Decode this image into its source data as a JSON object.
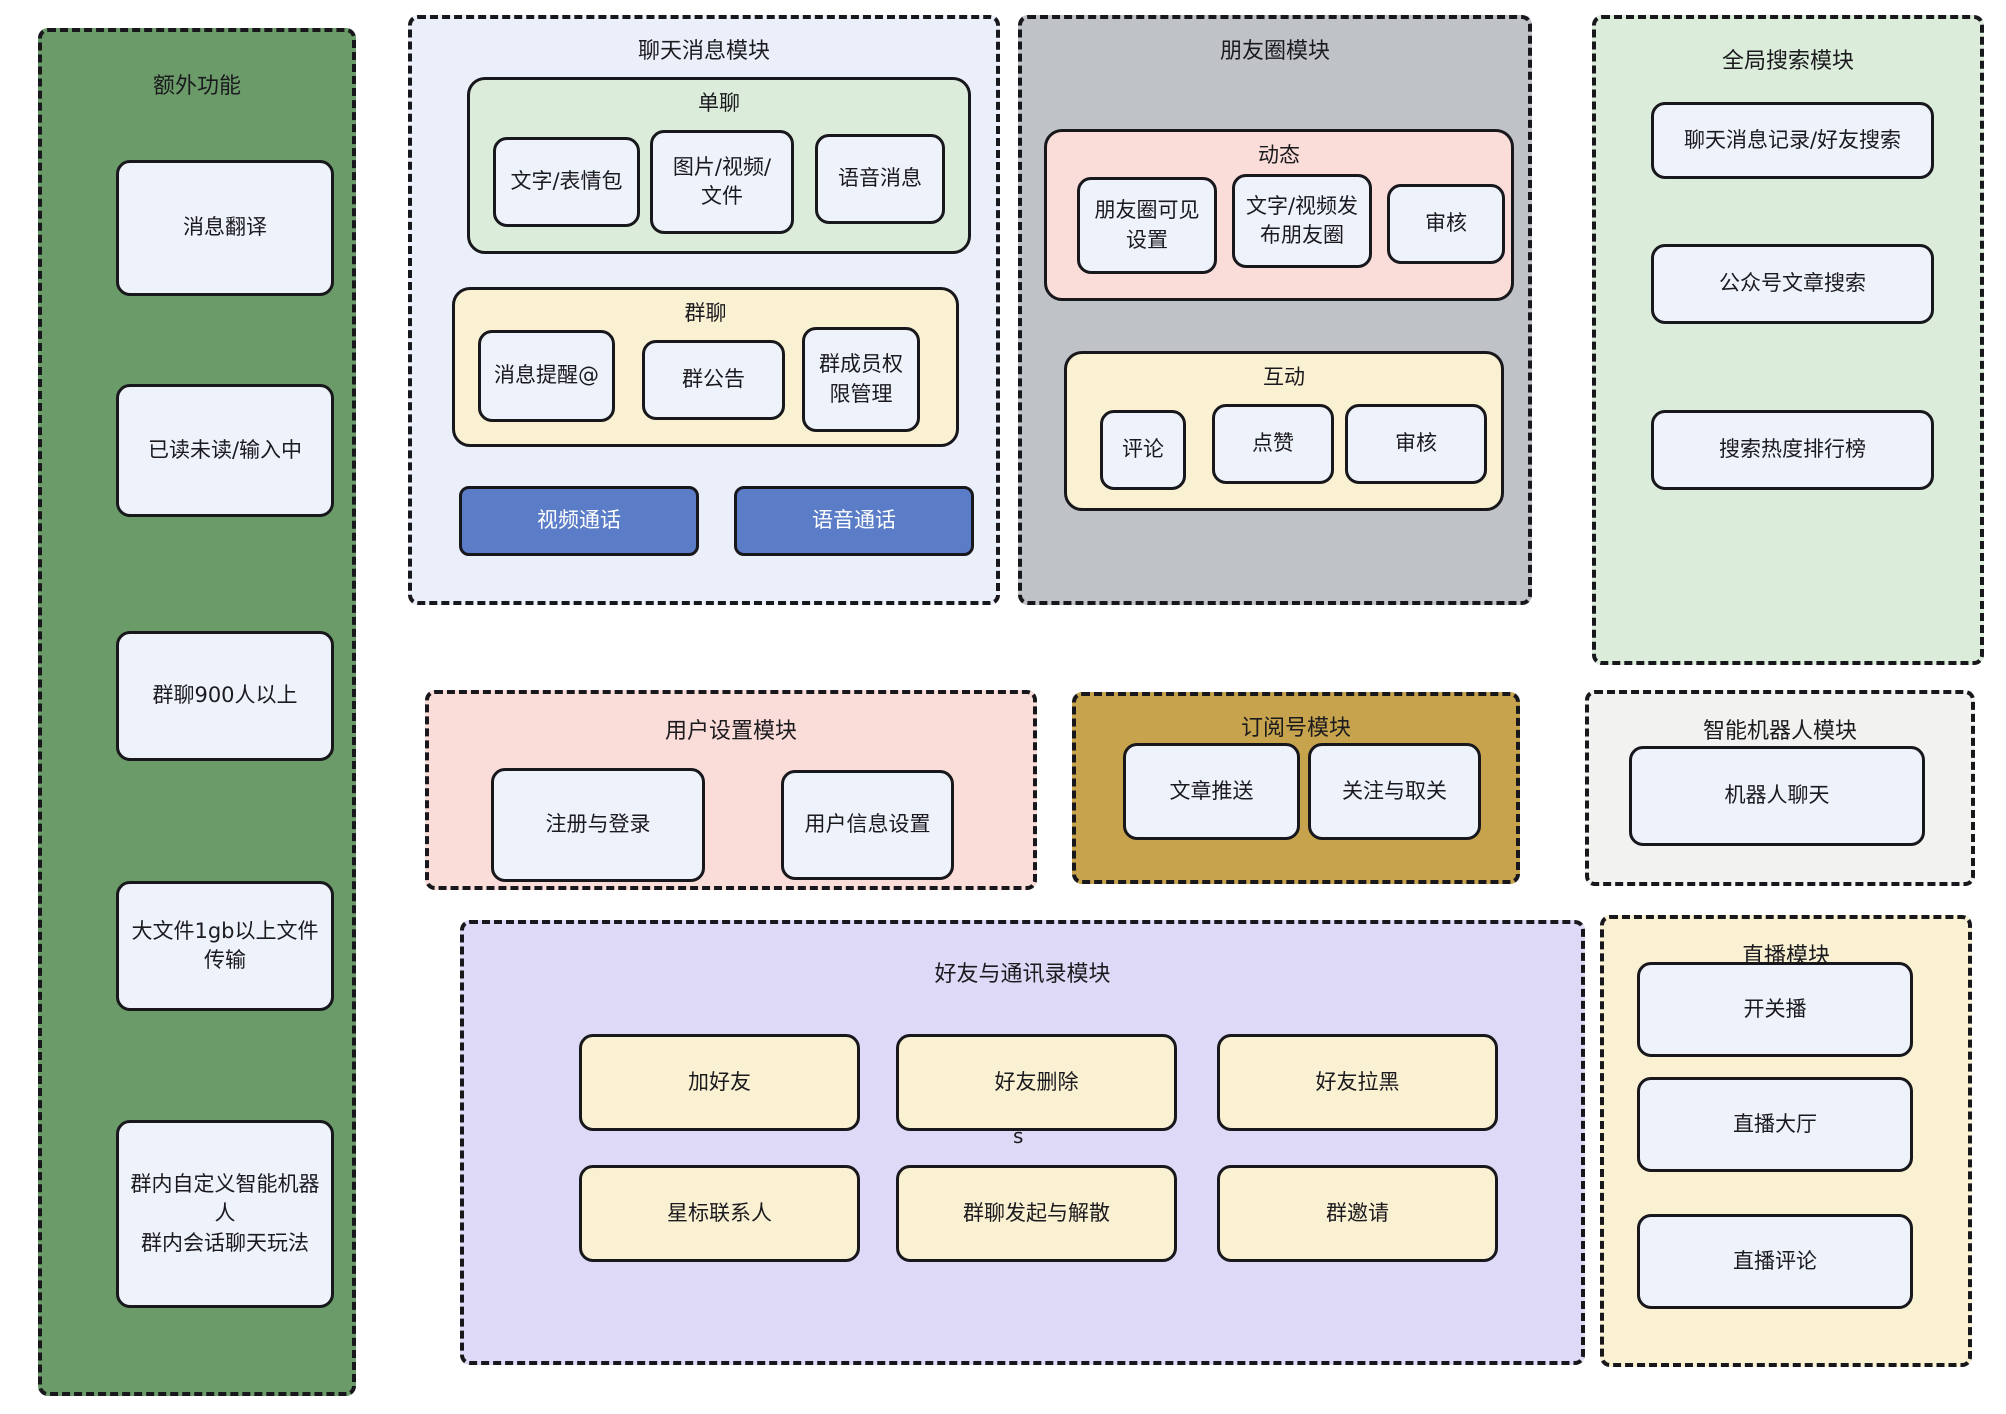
{
  "colors": {
    "green": "#6a9b68",
    "module-blue": "#ebeffa",
    "light-green": "#dcecda",
    "cream": "#faf0d2",
    "gray": "#bfc2c7",
    "pink": "#fadcd8",
    "gold": "#c6a34c",
    "lavender": "#ded9f6",
    "light-gray": "#f2f2f0",
    "box-fill": "#eef2fb",
    "blue-button": "#5b7dc7",
    "border": "#17171c",
    "ink": "#1b1b1f"
  },
  "modules": {
    "extra_features": {
      "title": "额外功能",
      "items": [
        "消息翻译",
        "已读未读/输入中",
        "群聊900人以上",
        "大文件1gb以上文件传输",
        "群内自定义智能机器人\n群内会话聊天玩法"
      ]
    },
    "chat_message": {
      "title": "聊天消息模块",
      "groups": {
        "single_chat": {
          "title": "单聊",
          "items": [
            "文字/表情包",
            "图片/视频/文件",
            "语音消息"
          ]
        },
        "group_chat": {
          "title": "群聊",
          "items": [
            "消息提醒@",
            "群公告",
            "群成员权限管理"
          ]
        }
      },
      "buttons": [
        "视频通话",
        "语音通话"
      ]
    },
    "moments": {
      "title": "朋友圈模块",
      "groups": {
        "feed": {
          "title": "动态",
          "items": [
            "朋友圈可见设置",
            "文字/视频发布朋友圈",
            "审核"
          ]
        },
        "interaction": {
          "title": "互动",
          "items": [
            "评论",
            "点赞",
            "审核"
          ]
        }
      }
    },
    "global_search": {
      "title": "全局搜索模块",
      "items": [
        "聊天消息记录/好友搜索",
        "公众号文章搜索",
        "搜索热度排行榜"
      ]
    },
    "user_settings": {
      "title": "用户设置模块",
      "items": [
        "注册与登录",
        "用户信息设置"
      ]
    },
    "subscription": {
      "title": "订阅号模块",
      "items": [
        "文章推送",
        "关注与取关"
      ]
    },
    "robot": {
      "title": "智能机器人模块",
      "items": [
        "机器人聊天"
      ]
    },
    "friends_contacts": {
      "title": "好友与通讯录模块",
      "items": [
        "加好友",
        "好友删除",
        "好友拉黑",
        "星标联系人",
        "群聊发起与解散",
        "群邀请"
      ],
      "stray_text": "s"
    },
    "live": {
      "title": "直播模块",
      "items": [
        "开关播",
        "直播大厅",
        "直播评论"
      ]
    }
  }
}
